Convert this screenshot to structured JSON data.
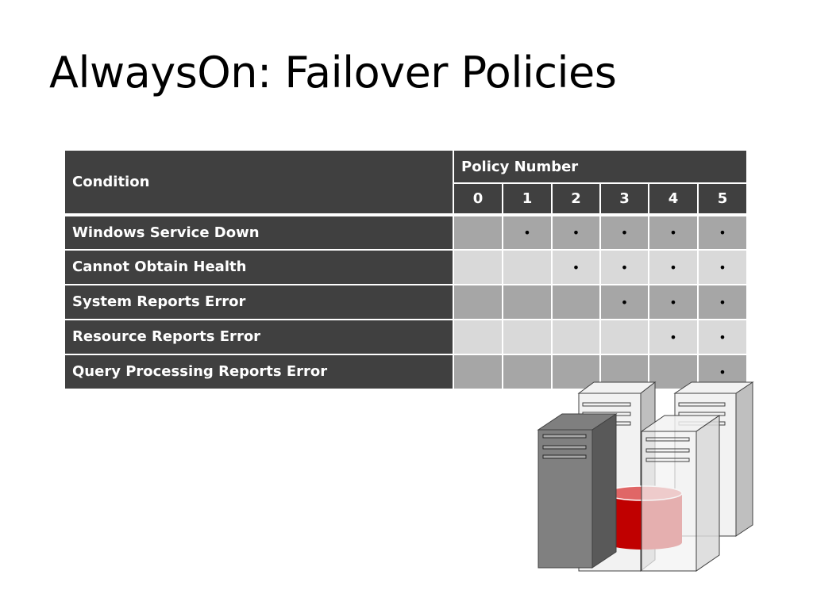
{
  "title": "AlwaysOn: Failover Policies",
  "table": {
    "condition_header": "Condition",
    "policy_header": "Policy Number",
    "policy_numbers": [
      "0",
      "1",
      "2",
      "3",
      "4",
      "5"
    ],
    "dot_symbol": "•",
    "rows": [
      {
        "condition": "Windows Service Down",
        "marks": [
          false,
          true,
          true,
          true,
          true,
          true
        ]
      },
      {
        "condition": "Cannot Obtain Health",
        "marks": [
          false,
          false,
          true,
          true,
          true,
          true
        ]
      },
      {
        "condition": "System Reports Error",
        "marks": [
          false,
          false,
          false,
          true,
          true,
          true
        ]
      },
      {
        "condition": "Resource Reports Error",
        "marks": [
          false,
          false,
          false,
          false,
          true,
          true
        ]
      },
      {
        "condition": "Query Processing Reports Error",
        "marks": [
          false,
          false,
          false,
          false,
          false,
          true
        ]
      }
    ],
    "colors": {
      "header_bg": "#404040",
      "header_text": "#ffffff",
      "shade_dark": "#a6a6a6",
      "shade_light": "#d9d9d9"
    }
  },
  "illustration": {
    "icon": "server-cluster-with-database-icon",
    "accent_color": "#c00000"
  }
}
